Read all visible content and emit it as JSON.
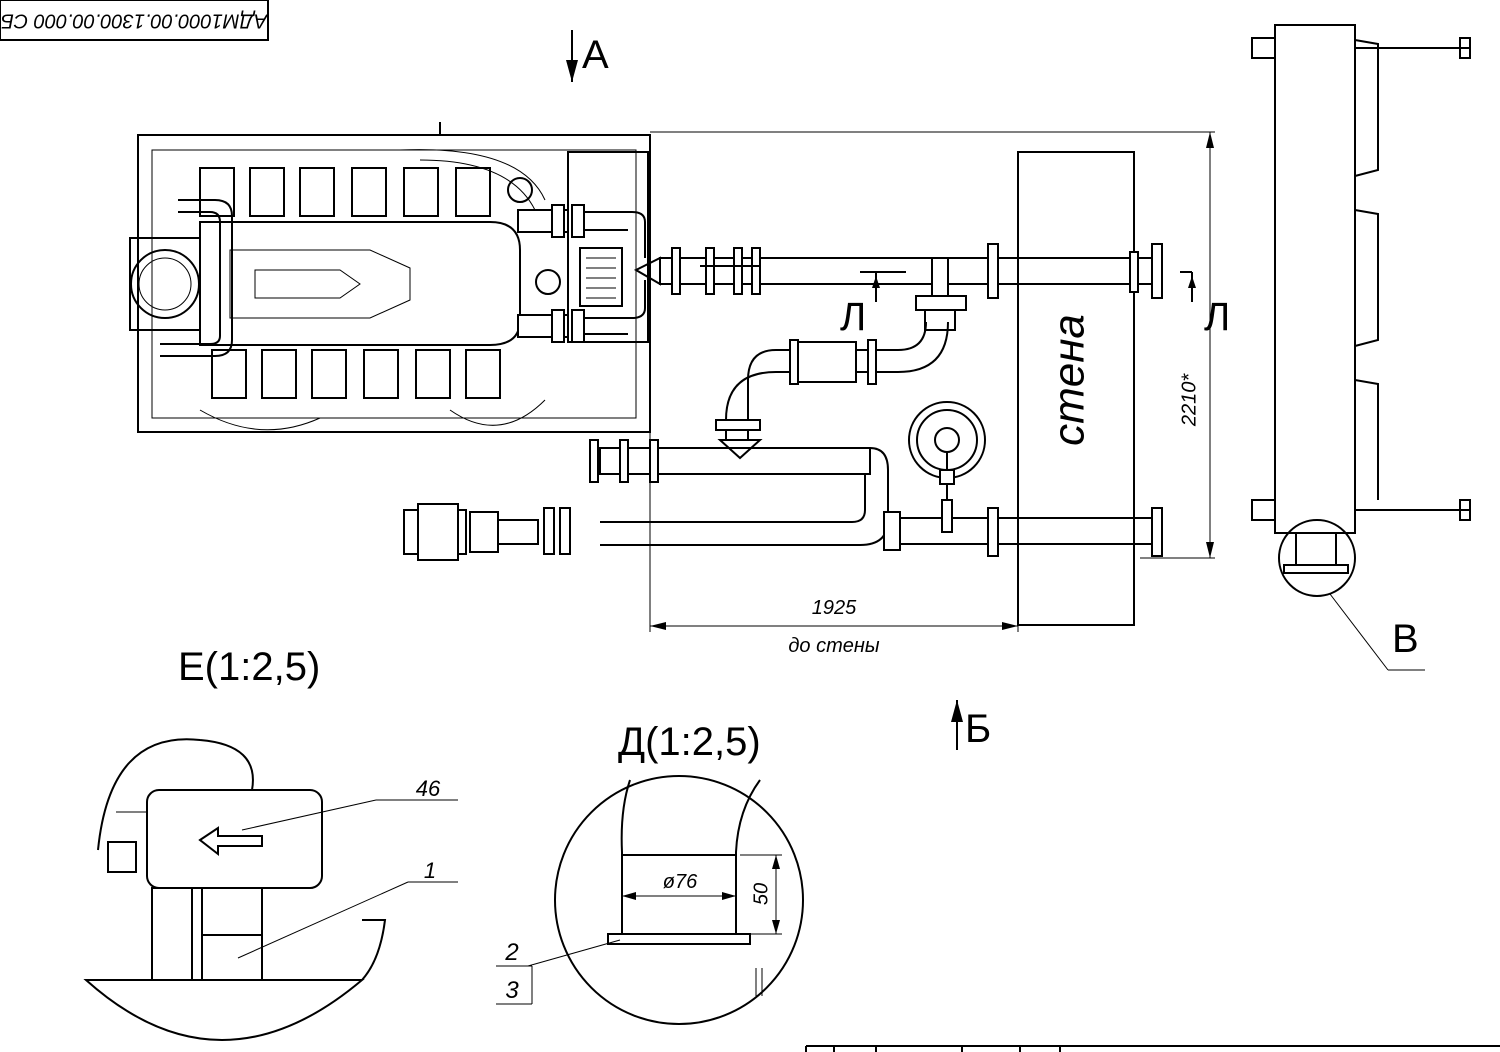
{
  "drawing": {
    "doc_code": "АДМ1000.00.1300.00.000 СБ",
    "view_a": "А",
    "view_b": "Б",
    "view_v": "В",
    "section_l": "Л",
    "wall_label": "стена",
    "dim_height": "2210*",
    "dim_width": "1925",
    "dim_width_note": "до стены",
    "detail_e_title": "Е(1:2,5)",
    "detail_d_title": "Д(1:2,5)",
    "leader_46": "46",
    "leader_1": "1",
    "leader_2": "2",
    "leader_3": "3",
    "dim_d76": "ø76",
    "dim_50": "50"
  }
}
